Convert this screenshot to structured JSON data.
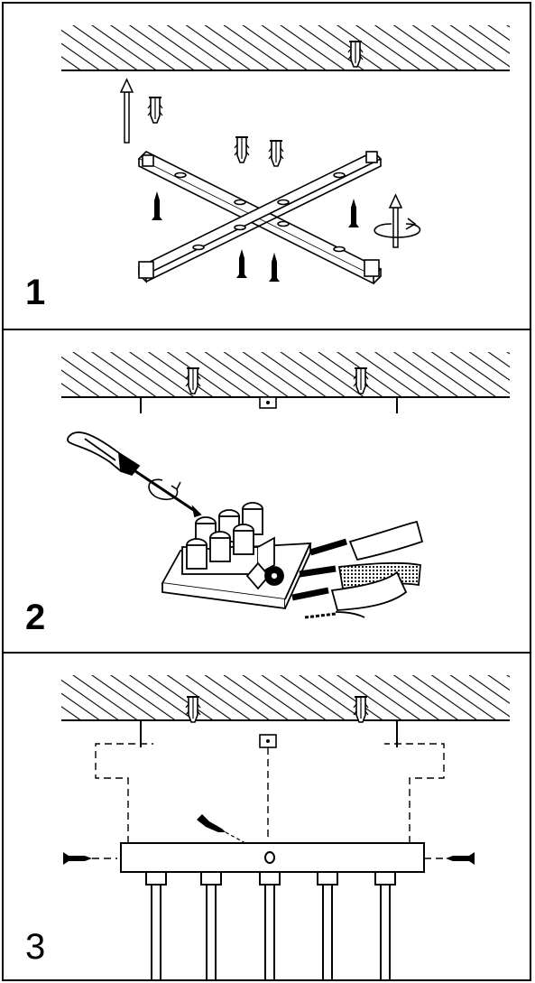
{
  "steps": [
    {
      "number": "1"
    },
    {
      "number": "2"
    },
    {
      "number": "3"
    }
  ],
  "colors": {
    "ink": "#000000",
    "paper": "#ffffff"
  },
  "icons": [
    "ceiling-hatch-icon",
    "wall-plug-icon",
    "screw-icon",
    "up-arrow-icon",
    "rotate-arrow-icon",
    "screwdriver-icon",
    "terminal-block-icon",
    "wire-icon",
    "ceiling-rose-icon"
  ]
}
